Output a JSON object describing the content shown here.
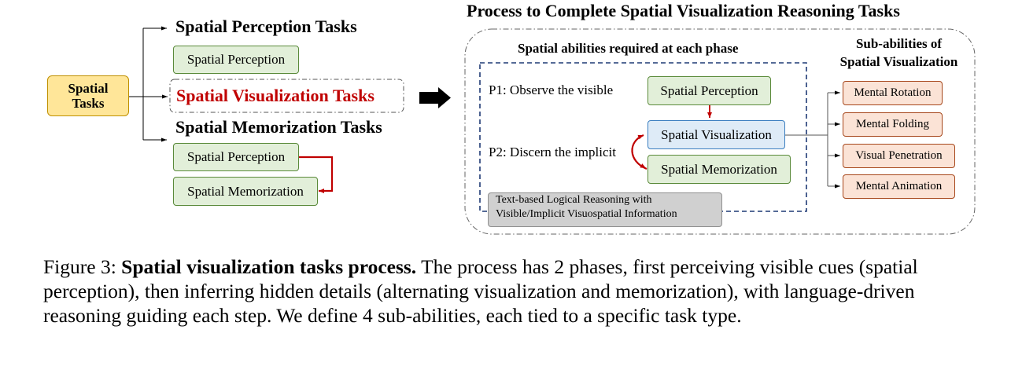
{
  "left": {
    "spatial_tasks": "Spatial Tasks",
    "perception_tasks_heading": "Spatial Perception Tasks",
    "perception_box": "Spatial Perception",
    "visualization_tasks_heading": "Spatial Visualization Tasks",
    "memorization_tasks_heading": "Spatial Memorization Tasks",
    "memo_perception_box": "Spatial Perception",
    "memo_memorization_box": "Spatial Memorization"
  },
  "right": {
    "title": "Process to Complete Spatial Visualization Reasoning Tasks",
    "phase_heading": "Spatial abilities required at each phase",
    "subabilities_heading_line1": "Sub-abilities of",
    "subabilities_heading_line2": "Spatial Visualization",
    "p1_label": "P1: Observe the visible",
    "p2_label": "P2: Discern the implicit",
    "p1_box": "Spatial Perception",
    "p2_visualization_box": "Spatial Visualization",
    "p2_memorization_box": "Spatial Memorization",
    "reasoning_line1": "Text-based Logical Reasoning with",
    "reasoning_line2": "Visible/Implicit Visuospatial Information",
    "subabilities": [
      "Mental Rotation",
      "Mental Folding",
      "Visual Penetration",
      "Mental Animation"
    ]
  },
  "caption": {
    "label": "Figure 3: ",
    "bold": "Spatial visualization tasks process.",
    "text": " The process has 2 phases, first perceiving visible cues (spatial perception), then inferring hidden details (alternating visualization and memorization), with language-driven reasoning guiding each step. We define 4 sub-abilities, each tied to a specific task type."
  },
  "colors": {
    "green_fill": "#e2efd9",
    "blue_fill": "#deebf7",
    "orange_fill": "#fbe3d6",
    "yellow_fill": "#ffe699",
    "gray_fill": "#d0d0d0",
    "accent_red": "#c00000",
    "navy_dash": "#1f3a75"
  }
}
